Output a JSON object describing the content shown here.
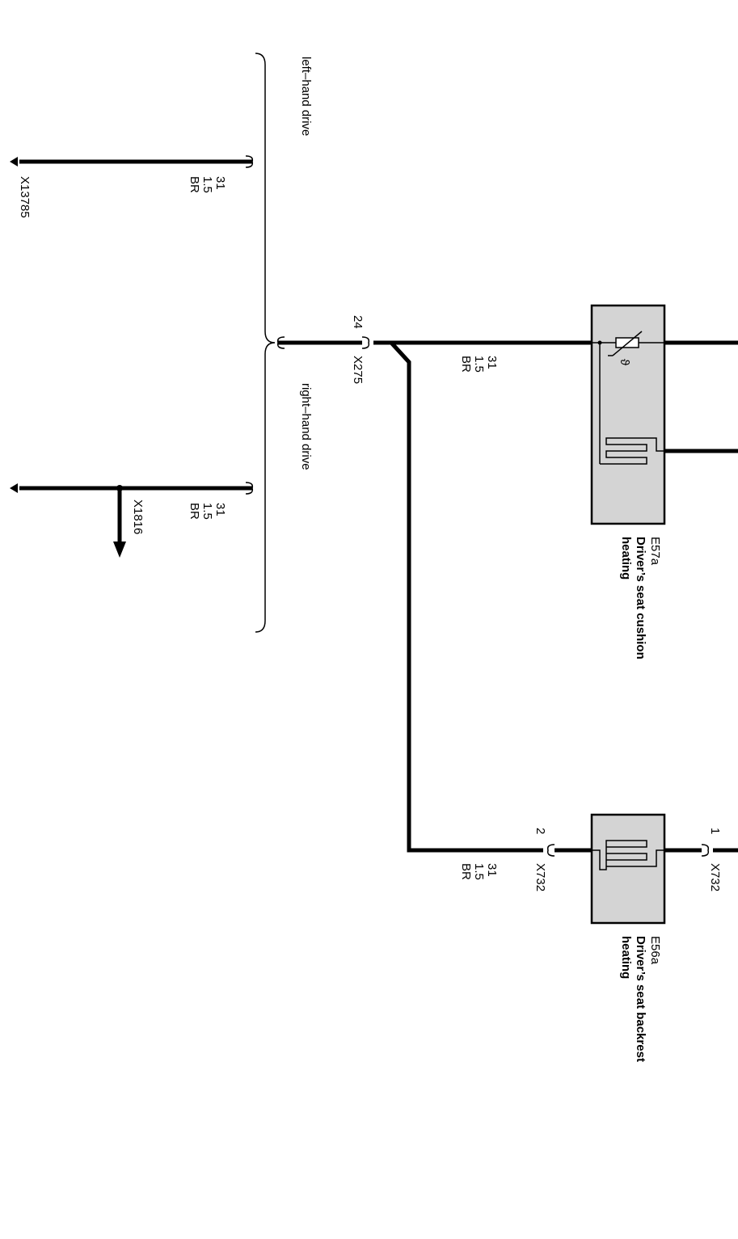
{
  "labels": {
    "lhd": "left–hand drive",
    "rhd": "right–hand drive"
  },
  "connectors": {
    "x13785": "X13785",
    "x1816": "X1816",
    "x275": "X275",
    "x275_pin": "24",
    "x732_a": "X732",
    "x732_a_pin": "2",
    "x732_b": "X732",
    "x732_b_pin": "1"
  },
  "wire": {
    "circuit": "31",
    "gauge": "1.5",
    "color": "BR"
  },
  "components": {
    "e57a": {
      "id": "E57a",
      "name_line1": "Driver’s seat cushion",
      "name_line2": "heating",
      "sensor_symbol": "ϑ"
    },
    "e56a": {
      "id": "E56a",
      "name_line1": "Driver’s seat backrest",
      "name_line2": "heating"
    }
  },
  "colors": {
    "wire": "#000000",
    "component_fill": "#d4d4d4"
  }
}
